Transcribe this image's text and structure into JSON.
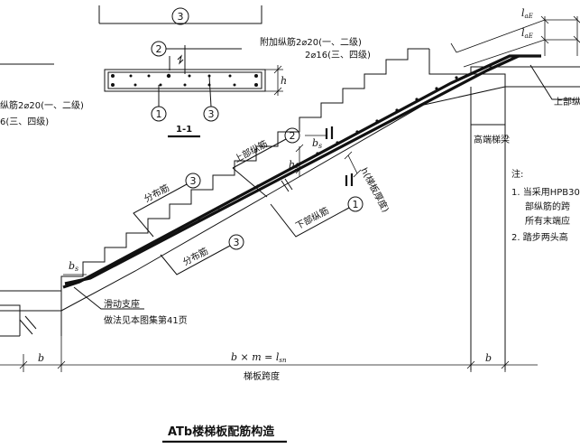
{
  "title": "ATb楼梯板配筋构造",
  "section": {
    "name": "1-1",
    "callout_top": "3",
    "callout_2": "2",
    "callout_1": "1",
    "callout_3": "3",
    "dim_h": "h",
    "add_bar_line1": "附加纵筋2⌀20(一、二级)",
    "add_bar_line2": "2⌀16(三、四级)"
  },
  "left_note": {
    "line1": "纵筋2⌀20(一、二级)",
    "line2": "6(三、四级)"
  },
  "labels": {
    "upper_bar": "上部纵筋",
    "upper_bar_num": "2",
    "lower_bar": "下部纵筋",
    "lower_bar_num": "1",
    "dist_bar_1": "分布筋",
    "dist_bar_1_num": "3",
    "dist_bar_2": "分布筋",
    "dist_bar_2_num": "3",
    "hs": "h",
    "hs_sub": "s",
    "h_thick": "h(梯板厚度)",
    "bs_step": "b",
    "bs_step_sub": "s",
    "b1": "b",
    "b1_sub": "s",
    "sliding_support": "滑动支座",
    "sliding_ref": "做法见本图集第41页",
    "high_beam": "高端梯梁",
    "upper_right": "上部纵",
    "lab1": "l",
    "lab1_sub": "aE",
    "lab2": "l",
    "lab2_sub": "aE",
    "section_mark": "1"
  },
  "dimensions": {
    "left_b": "b",
    "right_b": "b",
    "span_formula": "b × m = l",
    "span_formula_sub1": "s",
    "span_formula_sub2": "sn",
    "span_label": "梯板跨度"
  },
  "notes": {
    "heading": "注:",
    "items": [
      "1. 当采用HPB30",
      "部纵筋的跨",
      "所有末端应",
      "2. 踏步两头高"
    ]
  }
}
